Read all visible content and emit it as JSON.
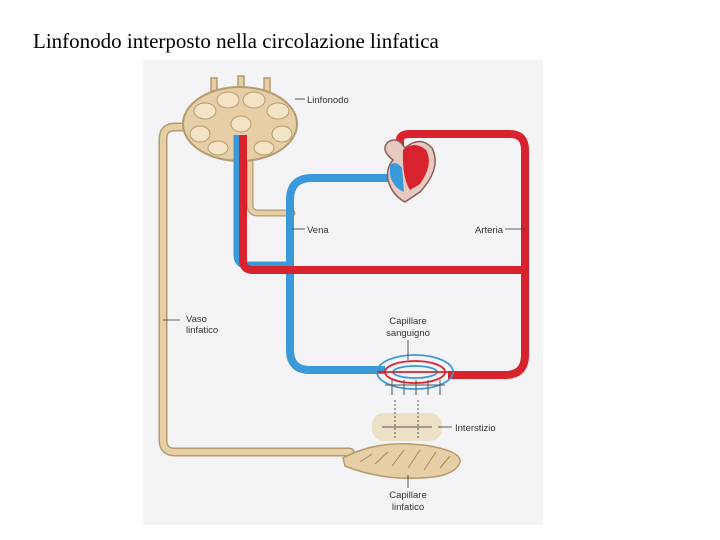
{
  "slide": {
    "title": "Linfonodo interposto nella circolazione linfatica"
  },
  "diagram": {
    "labels": {
      "lymph_node": "Linfonodo",
      "vein": "Vena",
      "artery": "Arteria",
      "lymph_vessel_line1": "Vaso",
      "lymph_vessel_line2": "linfatico",
      "blood_capillary_line1": "Capillare",
      "blood_capillary_line2": "sanguigno",
      "interstitium": "Interstizio",
      "lymph_capillary_line1": "Capillare",
      "lymph_capillary_line2": "linfatico"
    },
    "colors": {
      "artery": "#d8232e",
      "vein": "#3a9ad9",
      "lymph": "#e6cfa6",
      "lymph_outline": "#b59a6d",
      "background_panel": "#f4f4f6"
    }
  }
}
